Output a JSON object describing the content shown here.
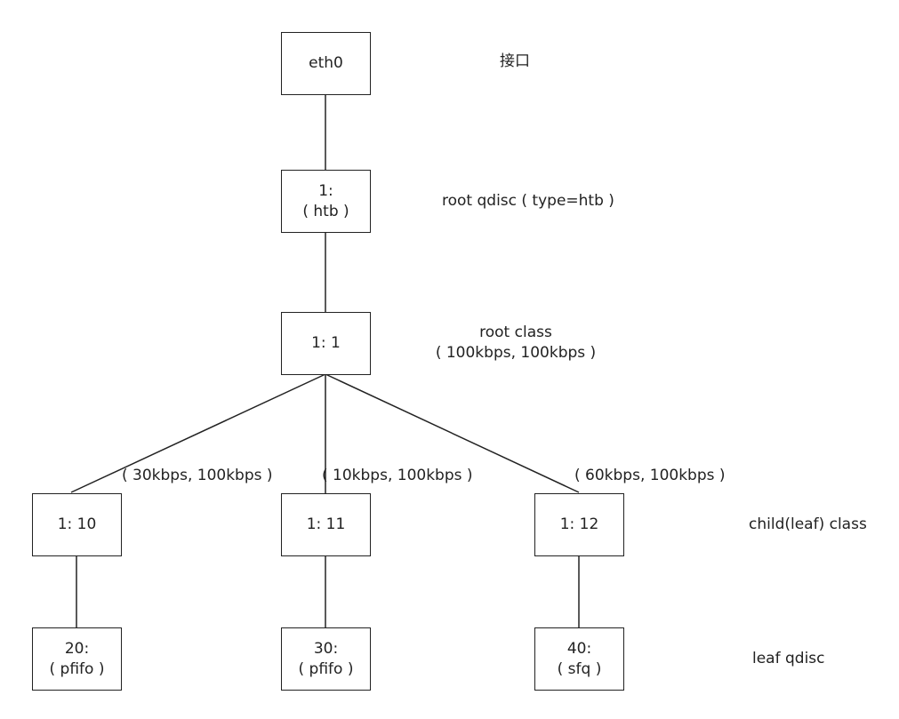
{
  "nodes": {
    "eth0": {
      "line1": "eth0"
    },
    "root_qdisc": {
      "line1": "1:",
      "line2": "( htb )"
    },
    "root_class": {
      "line1": "1: 1"
    },
    "class_10": {
      "line1": "1: 10"
    },
    "class_11": {
      "line1": "1: 11"
    },
    "class_12": {
      "line1": "1: 12"
    },
    "qdisc_20": {
      "line1": "20:",
      "line2": "( pfifo )"
    },
    "qdisc_30": {
      "line1": "30:",
      "line2": "( pfifo )"
    },
    "qdisc_40": {
      "line1": "40:",
      "line2": "( sfq )"
    }
  },
  "labels": {
    "interface": "接口",
    "root_qdisc": "root qdisc ( type=htb )",
    "root_class_line1": "root class",
    "root_class_line2": "( 100kbps, 100kbps )",
    "edge_10": "( 30kbps, 100kbps )",
    "edge_11": "( 10kbps, 100kbps )",
    "edge_12": "( 60kbps, 100kbps )",
    "child_class": "child(leaf) class",
    "leaf_qdisc": "leaf qdisc"
  }
}
